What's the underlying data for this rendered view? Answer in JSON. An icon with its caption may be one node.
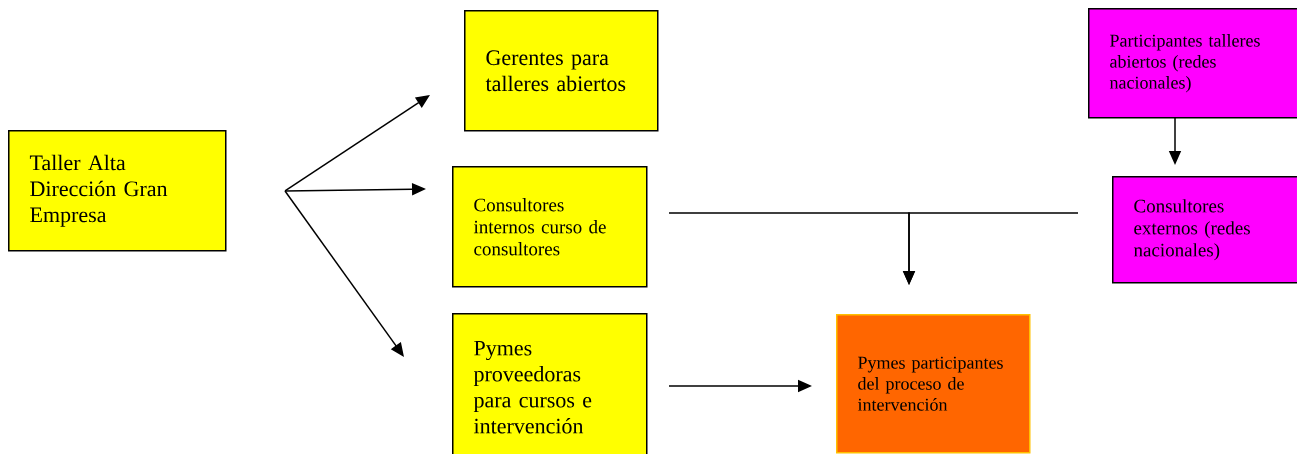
{
  "diagram": {
    "nodes": [
      {
        "text": [
          "Taller Alta Dirección Gran Empresa"
        ]
      },
      {
        "text": [
          "Gerentes para talleres abiertos"
        ]
      },
      {
        "text": [
          "Consultores internos curso de consultores"
        ]
      },
      {
        "text": [
          "Pymes proveedoras para cursos e intervención"
        ]
      },
      {
        "text": [
          "Participantes talleres abiertos (redes nacionales)"
        ]
      },
      {
        "text": [
          "Consultores externos (redes nacionales)"
        ]
      },
      {
        "text": [
          "Pymes participantes del proceso de intervención"
        ]
      }
    ],
    "edges": [
      {
        "from": 0,
        "to": 1,
        "arrow": "to"
      },
      {
        "from": 0,
        "to": 2,
        "arrow": "to"
      },
      {
        "from": 0,
        "to": 3,
        "arrow": "to"
      },
      {
        "from": 4,
        "to": 5,
        "arrow": "to"
      },
      {
        "from": 2,
        "to": 6,
        "arrow": "to"
      },
      {
        "from": 5,
        "to": 6,
        "arrow": "to"
      },
      {
        "from": 3,
        "to": 6,
        "arrow": "to"
      }
    ]
  }
}
